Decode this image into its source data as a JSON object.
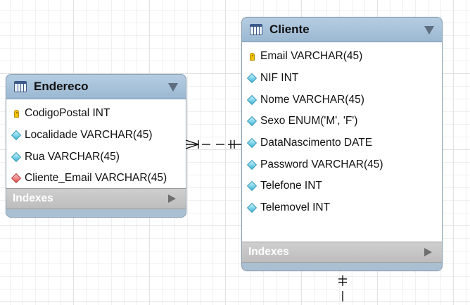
{
  "tables": [
    {
      "name": "Endereco",
      "columns": [
        {
          "icon": "primary-key-icon",
          "label": "CodigoPostal INT"
        },
        {
          "icon": "column-diamond-icon",
          "label": "Localidade VARCHAR(45)"
        },
        {
          "icon": "column-diamond-icon",
          "label": "Rua VARCHAR(45)"
        },
        {
          "icon": "foreign-key-diamond-icon",
          "label": "Cliente_Email VARCHAR(45)"
        }
      ],
      "indexes_label": "Indexes"
    },
    {
      "name": "Cliente",
      "columns": [
        {
          "icon": "primary-key-icon",
          "label": "Email VARCHAR(45)"
        },
        {
          "icon": "column-diamond-icon",
          "label": "NIF INT"
        },
        {
          "icon": "column-diamond-icon",
          "label": "Nome VARCHAR(45)"
        },
        {
          "icon": "column-diamond-icon",
          "label": "Sexo ENUM('M', 'F')"
        },
        {
          "icon": "column-diamond-icon",
          "label": "DataNascimento DATE"
        },
        {
          "icon": "column-diamond-icon",
          "label": "Password VARCHAR(45)"
        },
        {
          "icon": "column-diamond-icon",
          "label": "Telefone INT"
        },
        {
          "icon": "column-diamond-icon",
          "label": "Telemovel INT"
        }
      ],
      "indexes_label": "Indexes"
    }
  ],
  "relationships": [
    {
      "from": "Endereco",
      "to": "Cliente",
      "from_cardinality": "many",
      "to_cardinality": "one"
    }
  ]
}
